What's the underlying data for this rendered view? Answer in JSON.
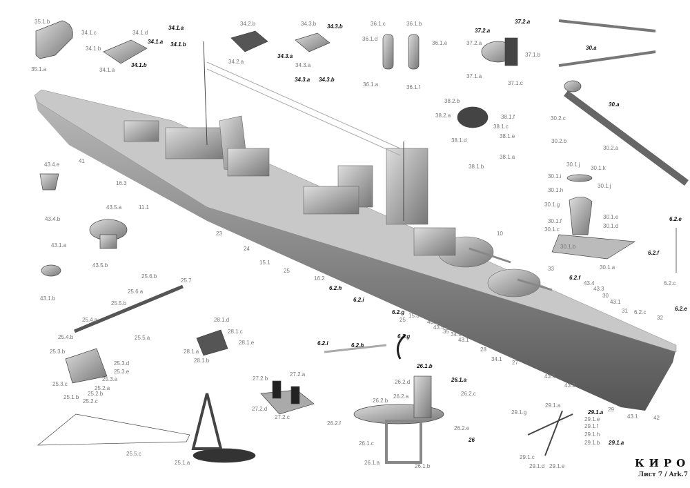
{
  "title": "КИРОВ",
  "sheet": "Лист 7 / Ark.7",
  "labels": [
    "35.1.b",
    "35.1.a",
    "34.1.c",
    "34.1.d",
    "34.1.a",
    "34.1.b",
    "34.1.a",
    "34.1.b",
    "34.1.a",
    "34.1.b",
    "34.2.b",
    "34.2.a",
    "34.3.b",
    "34.3.b",
    "34.3.a",
    "34.3.a",
    "34.3.a",
    "34.3.b",
    "36.1.c",
    "36.1.b",
    "36.1.d",
    "36.1.e",
    "36.1.a",
    "36.1.f",
    "37.2.a",
    "37.2.a",
    "37.2.a",
    "37.1.b",
    "37.1.a",
    "37.1.c",
    "30.a",
    "30.a",
    "30.2.c",
    "30.2.b",
    "30.2.a",
    "38.2.b",
    "38.2.a",
    "38.1.f",
    "38.1.c",
    "38.1.e",
    "38.1.d",
    "38.1.b",
    "38.1.a",
    "30.1.j",
    "30.1.k",
    "30.1.i",
    "30.1.j",
    "30.1.h",
    "30.1.g",
    "30.1.f",
    "30.1.c",
    "30.1.e",
    "30.1.d",
    "30.1.b",
    "30.1.a",
    "6.2.e",
    "6.2.f",
    "6.2.c",
    "6.2.e",
    "41",
    "43.4.e",
    "16.3",
    "43.4.b",
    "11.1",
    "43.5.a",
    "43.5.b",
    "23",
    "24",
    "15.1",
    "25",
    "16.2",
    "6.2.h",
    "6.2.i",
    "43.1.a",
    "43.1.b",
    "10",
    "33",
    "6.2.f",
    "43.4",
    "43.3",
    "30",
    "43.1",
    "31",
    "6.2.c",
    "32",
    "6.2.g",
    "15.3",
    "25",
    "43.1",
    "43.5",
    "35",
    "34.1",
    "43.1",
    "28",
    "34.1",
    "27",
    "43.5",
    "43.2",
    "29",
    "43.1",
    "42",
    "25.6.b",
    "25.7",
    "25.6.a",
    "25.5.b",
    "25.4.a",
    "25.4.b",
    "25.5.a",
    "25.3.b",
    "25.3.d",
    "25.3.e",
    "25.3.a",
    "25.2.a",
    "25.3.c",
    "25.2.b",
    "25.1.b",
    "25.2.c",
    "25.5.c",
    "25.1.a",
    "28.1.d",
    "28.1.c",
    "28.1.e",
    "28.1.a",
    "28.1.b",
    "6.2.i",
    "6.2.h",
    "6.2.g",
    "26.1.b",
    "26.2.d",
    "26.1.a",
    "26.2.a",
    "26.2.c",
    "26.2.b",
    "27.2.b",
    "27.2.a",
    "27.2.d",
    "27.2.c",
    "26.2.f",
    "26.2.e",
    "26.1.c",
    "26.1.a",
    "26.1.b",
    "26",
    "29.1.g",
    "29.1.a",
    "29.1.a",
    "29.1.e",
    "29.1.f",
    "29.1.h",
    "29.1.b",
    "29.1.c",
    "29.1.d",
    "29.1.e",
    "29.1.a"
  ]
}
